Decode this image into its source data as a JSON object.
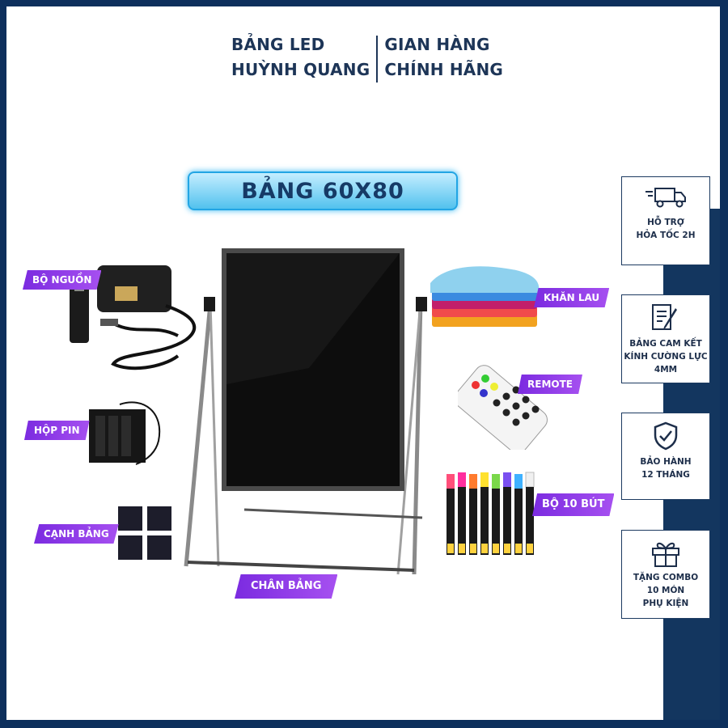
{
  "header": {
    "left_line1": "BẢNG LED",
    "left_line2": "HUỲNH QUANG",
    "right_line1": "GIAN HÀNG",
    "right_line2": "CHÍNH HÃNG"
  },
  "title": "BẢNG 60X80",
  "labels": {
    "power": "BỘ NGUỒN",
    "battery": "HỘP PIN",
    "corners": "CẠNH BẢNG",
    "stand": "CHÂN BẢNG",
    "towel": "KHĂN LAU",
    "remote": "REMOTE",
    "pens": "BỘ 10 BÚT"
  },
  "features": [
    {
      "icon": "truck-icon",
      "line1": "HỖ TRỢ",
      "line2": "HỎA TỐC 2H",
      "line3": ""
    },
    {
      "icon": "document-pen-icon",
      "line1": "BẢNG CAM KẾT",
      "line2": "KÍNH CƯỜNG LỰC",
      "line3": "4MM"
    },
    {
      "icon": "shield-check-icon",
      "line1": "BẢO HÀNH",
      "line2": "12 THÁNG",
      "line3": ""
    },
    {
      "icon": "gift-icon",
      "line1": "TẶNG COMBO",
      "line2": "10 MÓN",
      "line3": "PHỤ KIỆN"
    }
  ],
  "colors": {
    "navy": "#13365f",
    "purple": "#8a3be8",
    "banner": "#52c2ee"
  }
}
